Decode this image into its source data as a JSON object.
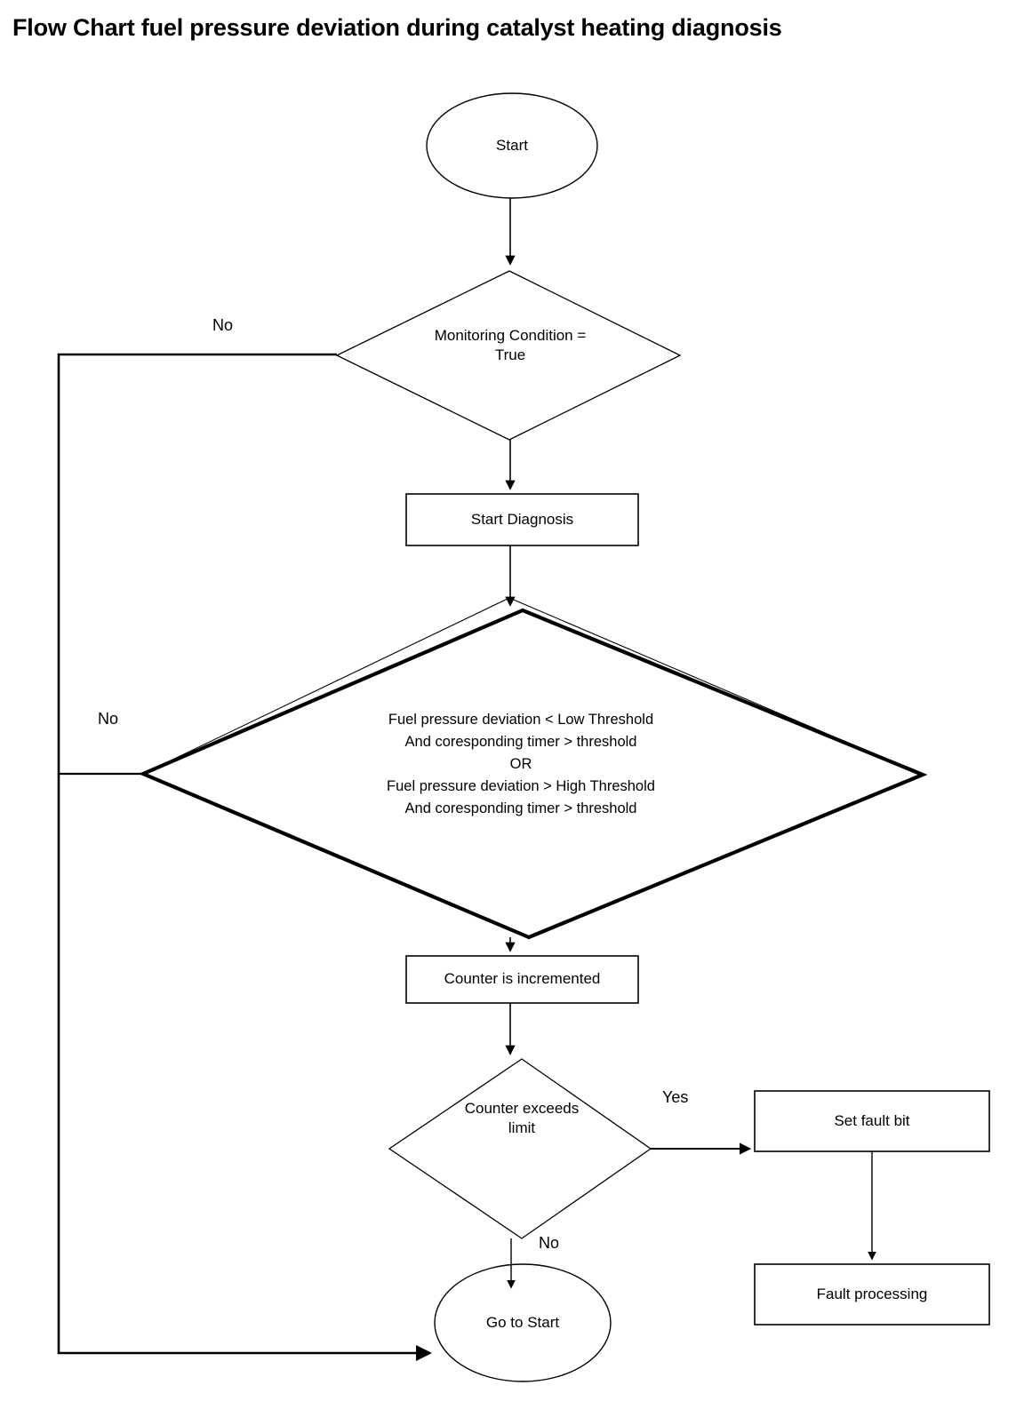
{
  "title": "Flow Chart fuel pressure deviation during catalyst heating diagnosis",
  "chart_data": {
    "type": "diagram",
    "diagram_type": "flowchart",
    "title": "Flow Chart fuel pressure deviation during catalyst heating diagnosis",
    "nodes": [
      {
        "id": "start",
        "shape": "ellipse",
        "label": "Start"
      },
      {
        "id": "monitoring_condition",
        "shape": "diamond",
        "label": "Monitoring Condition =\nTrue"
      },
      {
        "id": "start_diagnosis",
        "shape": "rectangle",
        "label": "Start Diagnosis"
      },
      {
        "id": "deviation_check",
        "shape": "diamond",
        "label": "Fuel pressure deviation < Low Threshold\nAnd coresponding timer > threshold\nOR\nFuel pressure deviation > High Threshold\nAnd coresponding timer > threshold"
      },
      {
        "id": "counter_increment",
        "shape": "rectangle",
        "label": "Counter is incremented"
      },
      {
        "id": "counter_exceeds",
        "shape": "diamond",
        "label": "Counter exceeds\nlimit"
      },
      {
        "id": "set_fault_bit",
        "shape": "rectangle",
        "label": "Set fault bit"
      },
      {
        "id": "fault_processing",
        "shape": "rectangle",
        "label": "Fault processing"
      },
      {
        "id": "go_to_start",
        "shape": "ellipse",
        "label": "Go to Start"
      }
    ],
    "edges": [
      {
        "from": "start",
        "to": "monitoring_condition",
        "label": ""
      },
      {
        "from": "monitoring_condition",
        "to": "go_to_start",
        "label": "No"
      },
      {
        "from": "monitoring_condition",
        "to": "start_diagnosis",
        "label": ""
      },
      {
        "from": "start_diagnosis",
        "to": "deviation_check",
        "label": ""
      },
      {
        "from": "deviation_check",
        "to": "go_to_start",
        "label": "No"
      },
      {
        "from": "deviation_check",
        "to": "counter_increment",
        "label": ""
      },
      {
        "from": "counter_increment",
        "to": "counter_exceeds",
        "label": ""
      },
      {
        "from": "counter_exceeds",
        "to": "set_fault_bit",
        "label": "Yes"
      },
      {
        "from": "counter_exceeds",
        "to": "go_to_start",
        "label": "No"
      },
      {
        "from": "set_fault_bit",
        "to": "fault_processing",
        "label": ""
      }
    ],
    "colors": {
      "stroke": "#000000",
      "fill": "#ffffff",
      "text": "#000000"
    }
  },
  "nodes": {
    "start": "Start",
    "monitoring_condition": "Monitoring Condition =\nTrue",
    "start_diagnosis": "Start Diagnosis",
    "deviation_check": "Fuel pressure deviation < Low Threshold\nAnd coresponding timer > threshold\nOR\nFuel pressure deviation > High Threshold\nAnd coresponding timer > threshold",
    "counter_increment": "Counter is incremented",
    "counter_exceeds": "Counter exceeds\nlimit",
    "set_fault_bit": "Set fault bit",
    "fault_processing": "Fault processing",
    "go_to_start": "Go to Start"
  },
  "edge_labels": {
    "monitoring_no": "No",
    "deviation_no": "No",
    "counter_yes": "Yes",
    "counter_no": "No"
  }
}
